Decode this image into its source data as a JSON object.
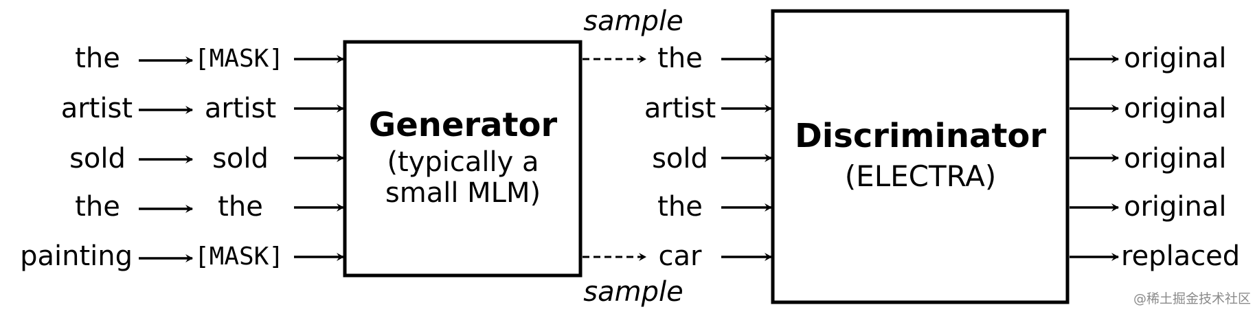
{
  "input_tokens": [
    "the",
    "artist",
    "sold",
    "the",
    "painting"
  ],
  "masked_tokens": [
    "[MASK]",
    "artist",
    "sold",
    "the",
    "[MASK]"
  ],
  "generator": {
    "title": "Generator",
    "subtitle": "(typically a small MLM)"
  },
  "sample_label": "sample",
  "sampled_tokens": [
    "the",
    "artist",
    "sold",
    "the",
    "car"
  ],
  "discriminator": {
    "title": "Discriminator",
    "subtitle": "(ELECTRA)"
  },
  "outputs": [
    "original",
    "original",
    "original",
    "original",
    "replaced"
  ],
  "watermark": "@稀土掘金技术社区"
}
